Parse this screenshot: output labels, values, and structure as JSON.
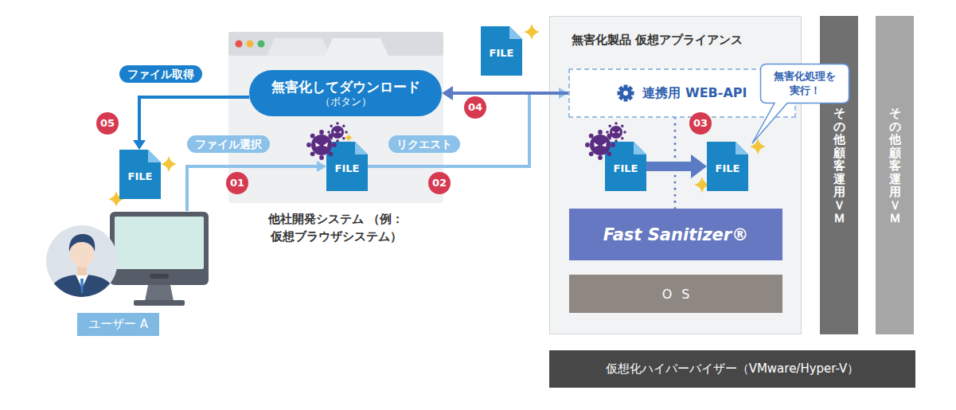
{
  "diagram": {
    "nodes": [
      {
        "text": [
          "他社開発システム （例：仮想ブラウザシステム）"
        ]
      },
      {
        "text": [
          "無害化してダウンロード",
          "（ボタン）"
        ],
        "in": 0
      },
      {
        "text": [
          "FILE"
        ],
        "in": 0
      },
      {
        "text": [
          "FILE"
        ]
      },
      {
        "text": [
          "無害化製品 仮想アプライアンス"
        ]
      },
      {
        "text": [
          "連携用 WEB-API"
        ],
        "in": 4
      },
      {
        "text": [
          "無害化処理を 実行！"
        ]
      },
      {
        "text": [
          "FILE"
        ],
        "in": 4
      },
      {
        "text": [
          "FILE"
        ],
        "in": 4
      },
      {
        "text": [
          "Fast Sanitizer®"
        ],
        "in": 4
      },
      {
        "text": [
          "OS"
        ],
        "in": 4
      },
      {
        "text": [
          "その他顧客運用ＶＭ"
        ]
      },
      {
        "text": [
          "その他顧客運用ＶＭ"
        ]
      },
      {
        "text": [
          "仮想化ハイパーバイザー（VMware/Hyper-V）"
        ]
      },
      {
        "text": [
          "FILE"
        ]
      },
      {
        "text": [
          "ユーザー A"
        ]
      }
    ],
    "edges": [
      {
        "from": 15,
        "to": 2,
        "label": "ファイル選択",
        "arrow": "to"
      },
      {
        "from": 2,
        "to": 5,
        "label": "リクエスト",
        "arrow": "to"
      },
      {
        "from": 7,
        "to": 8,
        "arrow": "to"
      },
      {
        "from": 5,
        "to": 9,
        "arrow": "none"
      },
      {
        "from": 5,
        "to": 1,
        "arrow": "to"
      },
      {
        "from": 1,
        "to": 14,
        "label": "ファイル取得",
        "arrow": "to"
      }
    ],
    "labels": [
      "01",
      "02",
      "03",
      "04",
      "05"
    ]
  }
}
